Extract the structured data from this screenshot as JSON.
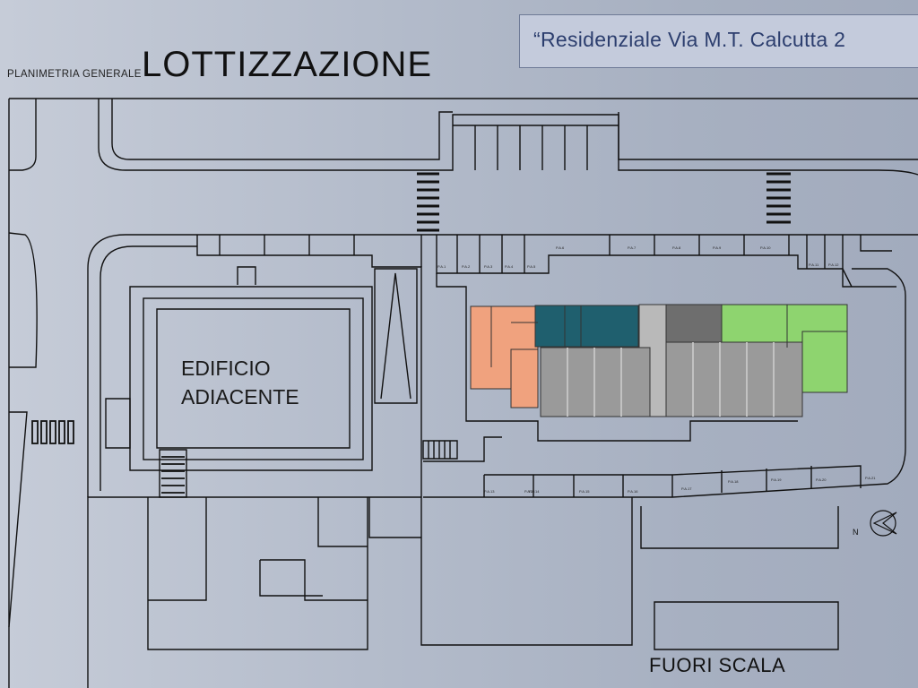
{
  "header": {
    "project_title": "“Residenziale Via M.T. Calcutta 2",
    "subtitle": "PLANIMETRIA GENERALE",
    "title": "LOTTIZZAZIONE"
  },
  "plan": {
    "adjacent_building": "EDIFICIO\nADIACENTE",
    "scale_note": "FUORI SCALA",
    "north_label": "N",
    "parking_tags": [
      "P.A.1",
      "P.A.2",
      "P.A.3",
      "P.A.4",
      "P.A.5",
      "P.A.6",
      "P.A.7",
      "P.A.8",
      "P.A.9",
      "P.A.10",
      "P.A.11",
      "P.A.12",
      "P.A.13",
      "P.A.14",
      "P.A.15",
      "P.A.16",
      "P.A.17",
      "P.A.18",
      "P.A.19",
      "P.A.20",
      "P.A.21",
      "P.A.22"
    ]
  },
  "colors": {
    "background": "#b4bccb",
    "line": "#111111",
    "unit_orange": "#f0a27e",
    "unit_teal": "#1f5f6e",
    "unit_green": "#8ed46f",
    "unit_grey": "#9a9a9a",
    "core": "#b9b9b9"
  }
}
